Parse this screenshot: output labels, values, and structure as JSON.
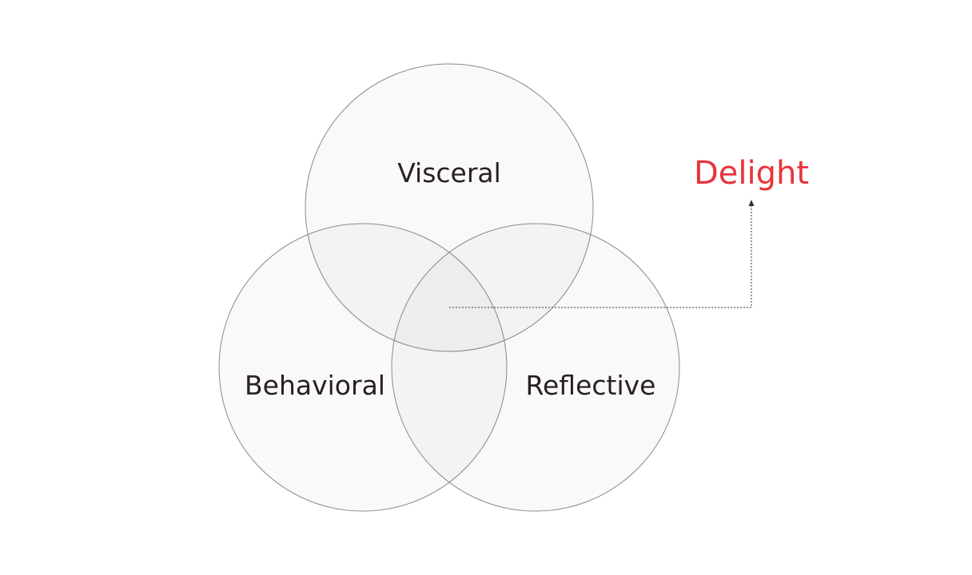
{
  "diagram": {
    "circles": {
      "top": "Visceral",
      "bottom_left": "Behavioral",
      "bottom_right": "Reflective"
    },
    "intersection_label": "Delight"
  },
  "colors": {
    "highlight": "#e8343b",
    "text": "#2a2020",
    "circle_stroke": "#8a8a8a"
  }
}
